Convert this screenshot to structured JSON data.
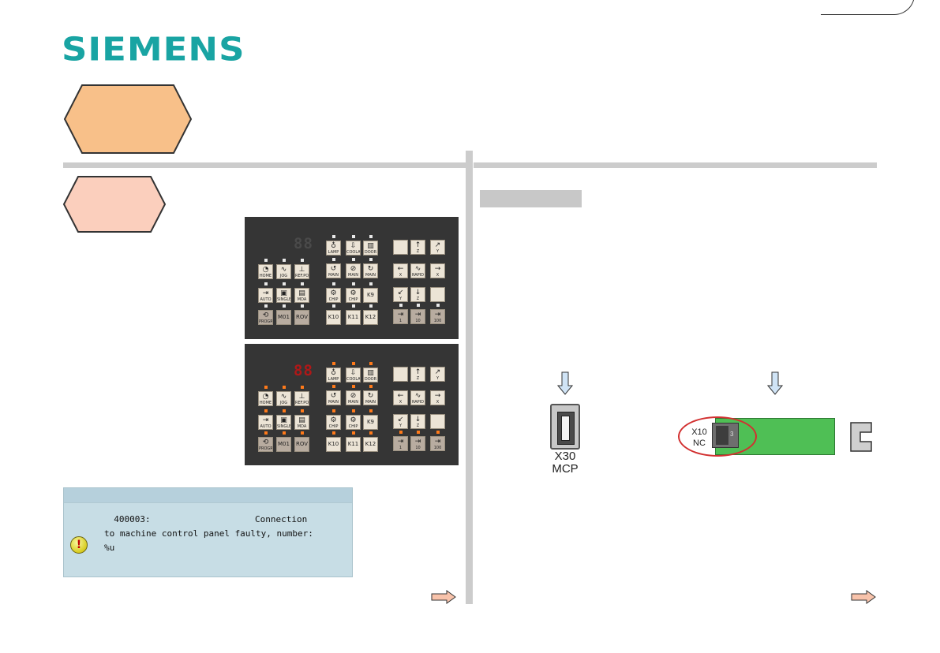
{
  "logo": {
    "text": "SIEMENS",
    "color": "#19a4a3"
  },
  "colors": {
    "hex_big": "#f8c089",
    "hex_small": "#fbcfbd",
    "divider": "#cccccc",
    "alarm_bg": "#c7dde5",
    "led_on": "#ff7a1a",
    "pcb": "#4fbf55",
    "ring": "#d23030",
    "arrow": "#d0e4f6"
  },
  "mcp": {
    "keys": [
      {
        "id": "lamp",
        "label": "LAMP",
        "glyph": "♁"
      },
      {
        "id": "coolant",
        "label": "COOLANT",
        "glyph": "⇩"
      },
      {
        "id": "door",
        "label": "DOOR",
        "glyph": "▥"
      },
      {
        "id": "blank1",
        "label": "",
        "glyph": ""
      },
      {
        "id": "axis-z-plus",
        "label": "Z",
        "glyph": "↑"
      },
      {
        "id": "axis-y-plus",
        "label": "Y",
        "glyph": "↗"
      },
      {
        "id": "home-write",
        "label": "HOME WRITE",
        "glyph": "◔"
      },
      {
        "id": "jog",
        "label": "JOG",
        "glyph": "∿"
      },
      {
        "id": "ref-point",
        "label": "REF.POINT",
        "glyph": "⊥"
      },
      {
        "id": "main-ccw",
        "label": "MAIN CCW",
        "glyph": "↺"
      },
      {
        "id": "main-rst",
        "label": "MAIN RST",
        "glyph": "⊘"
      },
      {
        "id": "main-cw",
        "label": "MAIN CW",
        "glyph": "↻"
      },
      {
        "id": "axis-x-minus",
        "label": "X",
        "glyph": "←"
      },
      {
        "id": "rapid",
        "label": "RAPID",
        "glyph": "∿"
      },
      {
        "id": "axis-x-plus",
        "label": "X",
        "glyph": "→"
      },
      {
        "id": "auto",
        "label": "AUTO",
        "glyph": "⇥"
      },
      {
        "id": "single-block",
        "label": "SINGLE BLOCK",
        "glyph": "▣"
      },
      {
        "id": "mda",
        "label": "MDA",
        "glyph": "▤"
      },
      {
        "id": "chip-fwd",
        "label": "CHIP FWD",
        "glyph": "⚙"
      },
      {
        "id": "chip-rev",
        "label": "CHIP REV",
        "glyph": "⚙"
      },
      {
        "id": "k9",
        "label": "K9",
        "glyph": ""
      },
      {
        "id": "axis-y-minus",
        "label": "Y",
        "glyph": "↙"
      },
      {
        "id": "axis-z-minus",
        "label": "Z",
        "glyph": "↓"
      },
      {
        "id": "blank2",
        "label": "",
        "glyph": ""
      },
      {
        "id": "program-test",
        "label": "PROGRAM TEST",
        "glyph": "⟲"
      },
      {
        "id": "m01",
        "label": "M01",
        "glyph": ""
      },
      {
        "id": "rov",
        "label": "ROV",
        "glyph": ""
      },
      {
        "id": "k10",
        "label": "K10",
        "glyph": ""
      },
      {
        "id": "k11",
        "label": "K11",
        "glyph": ""
      },
      {
        "id": "k12",
        "label": "K12",
        "glyph": ""
      },
      {
        "id": "inc-1",
        "label": "1",
        "glyph": "⇥"
      },
      {
        "id": "inc-10",
        "label": "10",
        "glyph": "⇥"
      },
      {
        "id": "inc-100",
        "label": "100",
        "glyph": "⇥"
      }
    ]
  },
  "alarm": {
    "line1": "  400003:                    Connection",
    "line2": "to machine control panel faulty, number:",
    "line3": "%u"
  },
  "connectors": {
    "x30_label": "X30",
    "mcp_label": "MCP",
    "x10_label": "X10",
    "nc_label": "NC",
    "plug_number": "3"
  }
}
